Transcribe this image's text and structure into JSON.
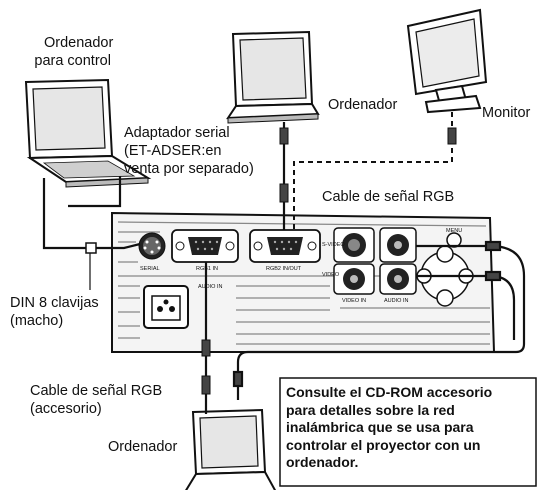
{
  "labels": {
    "control_computer_line1": "Ordenador",
    "control_computer_line2": "para control",
    "computer_top": "Ordenador",
    "monitor": "Monitor",
    "serial_adapter_line1": "Adaptador serial",
    "serial_adapter_line2": "(ET-ADSER:en",
    "serial_adapter_line3": "venta por separado)",
    "rgb_cable_top": "Cable de señal RGB",
    "din_line1": "DIN 8 clavijas",
    "din_line2": "(macho)",
    "rgb_cable_bottom_line1": "Cable de señal RGB",
    "rgb_cable_bottom_line2": "(accesorio)",
    "computer_bottom": "Ordenador"
  },
  "panel": {
    "serial": "SERIAL",
    "rgb1_in": "RGB1 IN",
    "rgb2_in_out": "RGB2 IN/OUT",
    "audio_in_top": "AUDIO IN",
    "s_video": "S-VIDEO",
    "video": "VIDEO",
    "video_in": "VIDEO IN",
    "audio_in": "AUDIO IN",
    "menu": "MENU"
  },
  "note": "Consulte el CD-ROM accesorio para detalles sobre la red inalámbrica que se usa para controlar el proyector con un ordenador."
}
